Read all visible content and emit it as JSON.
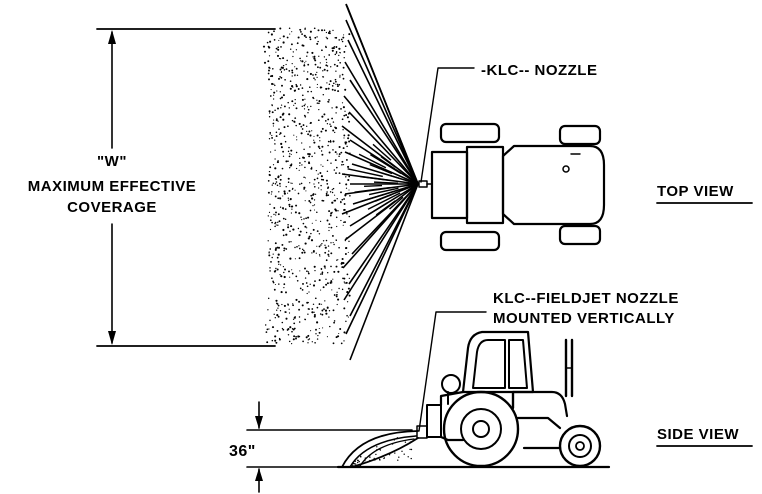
{
  "labels": {
    "nozzle_top": "-KLC-- NOZZLE",
    "w_quote": "\"W\"",
    "max_line1": "MAXIMUM EFFECTIVE",
    "max_line2": "COVERAGE",
    "top_view": "TOP VIEW",
    "fieldjet_line1": "KLC--FIELDJET NOZZLE",
    "fieldjet_line2": "MOUNTED VERTICALLY",
    "side_view": "SIDE VIEW",
    "height": "36\""
  }
}
